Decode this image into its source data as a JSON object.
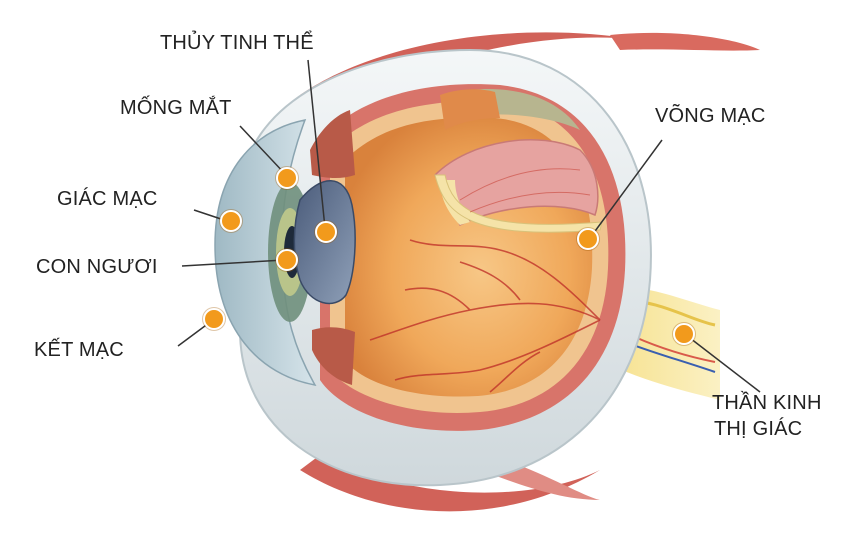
{
  "labels": {
    "lens": "THỦY TINH THỂ",
    "iris": "MỐNG MẮT",
    "cornea": "GIÁC MẠC",
    "pupil": "CON NGƯƠI",
    "conjunctiva": "KẾT MẠC",
    "retina": "VÕNG MẠC",
    "optic_nerve_line1": "THẦN KINH",
    "optic_nerve_line2": "THỊ GIÁC"
  },
  "colors": {
    "marker": "#f29a1c",
    "leader_line": "#333333",
    "sclera": "#e9eef0",
    "vitreous": "#f3b36b",
    "retina_pink": "#e6a3a0",
    "muscle": "#c9463c"
  }
}
